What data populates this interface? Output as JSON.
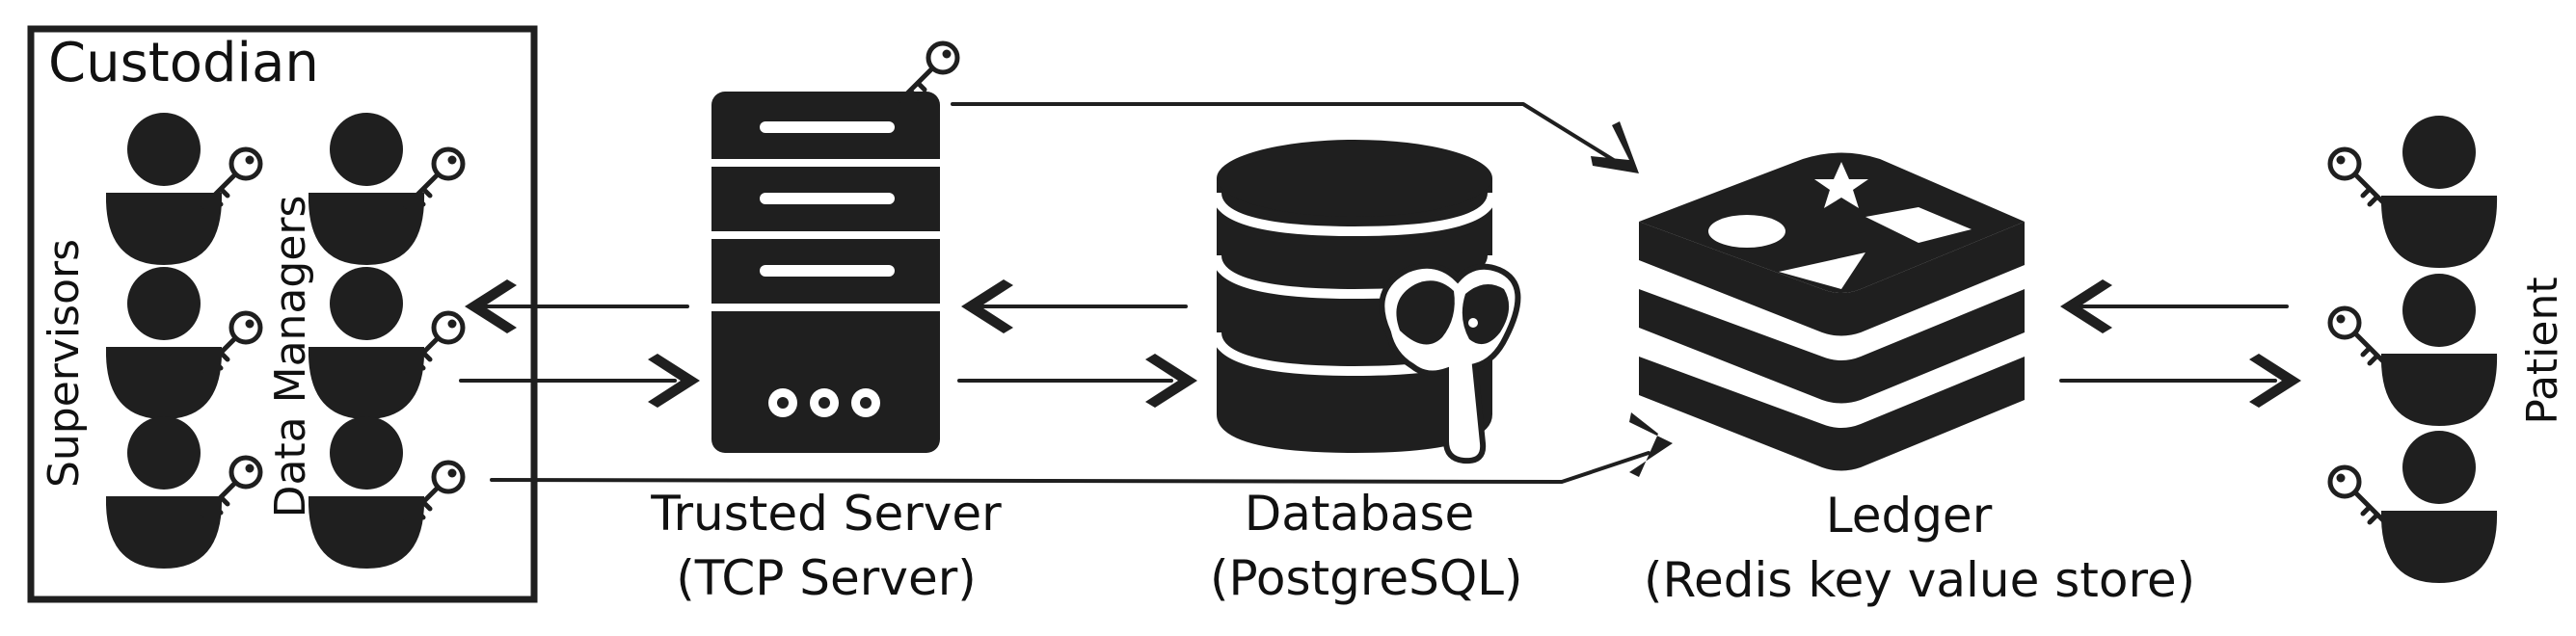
{
  "custodian": {
    "title": "Custodian",
    "supervisors_label": "Supervisors",
    "data_managers_label": "Data Managers"
  },
  "trusted_server": {
    "name": "Trusted Server",
    "subtitle": "(TCP Server)"
  },
  "database": {
    "name": "Database",
    "subtitle": "(PostgreSQL)"
  },
  "ledger": {
    "name": "Ledger",
    "subtitle": "(Redis key value store)"
  },
  "patient": {
    "label": "Patient"
  },
  "icons": [
    "person-icon",
    "key-icon",
    "server-icon",
    "database-icon",
    "postgresql-elephant-icon",
    "redis-stack-icon",
    "arrow-icon"
  ],
  "colors": {
    "ink": "#1f1f1f",
    "background": "#ffffff"
  }
}
